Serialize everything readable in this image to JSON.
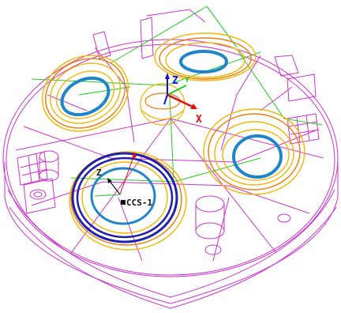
{
  "colors": {
    "background": "#ffffff",
    "body_wireframe": "#cc33cc",
    "pocket_yellow": "#f5b400",
    "pocket_orange": "#f07a00",
    "hole_blue": "#1e86c8",
    "ring_navy": "#2020b0",
    "green_frame": "#20cc20",
    "axis_red": "#e01010",
    "axis_blue": "#1010d0",
    "csys_black": "#101010"
  },
  "triad": {
    "z_label": "Z",
    "y_label": "Y",
    "x_label": "X"
  },
  "csys": {
    "name_label": "CCS-1",
    "z_label": "Z"
  }
}
